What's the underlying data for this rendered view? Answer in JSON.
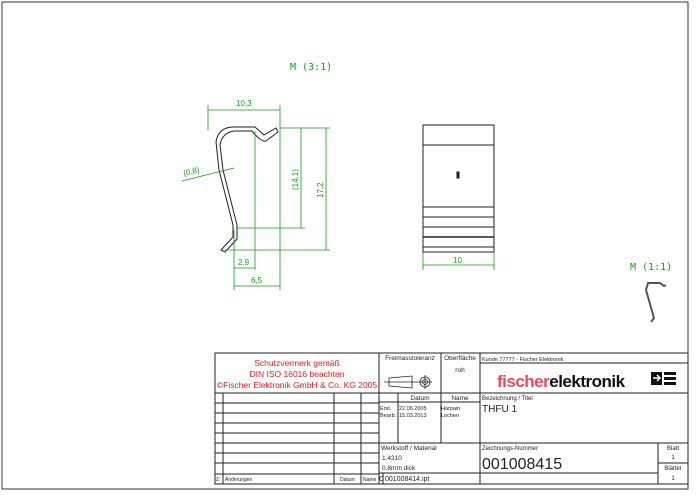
{
  "views": {
    "detail_scale": "M (3:1)",
    "overview_scale": "M (1:1)",
    "dimensions": {
      "width_top": "10,3",
      "thickness": "(0,8)",
      "inner_height": "(14,1)",
      "total_height": "17,2",
      "offset_small": "2,9",
      "offset_large": "6,5",
      "side_width": "10"
    }
  },
  "title_block": {
    "protection_note": [
      "Schutzvermerk gemäß",
      "DIN ISO 16016 beachten",
      "©Fischer Elektronik GmbH & Co. KG 2005"
    ],
    "tolerance_label": "Freimasstoleranz",
    "surface_label": "Oberfläche",
    "surface_value": "roh",
    "customer": "Kunde 77777 - Fischer Elektronik",
    "logo_text": "fischerelektronik",
    "date_header": "Datum",
    "name_header": "Name",
    "created_label": "Erst.",
    "created_date": "22.06.2005",
    "created_name": "Harpain",
    "edited_label": "Bearb.",
    "edited_date": "15.03.2013",
    "edited_name": "Lochen",
    "title_label": "Bezeichnung / Titel",
    "title_value": "THFU 1",
    "material_label": "Werkstoff / Material",
    "material_value": "1.4310",
    "thickness_value": "0,8mm dick",
    "file_prefix": "C",
    "file_name": "001008414.ipt",
    "drawing_number_label": "Zeichnungs-Nummer",
    "drawing_number": "001008415",
    "sheet_label": "Blatt",
    "sheet_value": "1",
    "sheets_label": "Blätter",
    "sheets_value": "1",
    "changes_z": "Z.",
    "changes_label": "Änderungen",
    "changes_date": "Datum",
    "changes_name": "Name"
  }
}
